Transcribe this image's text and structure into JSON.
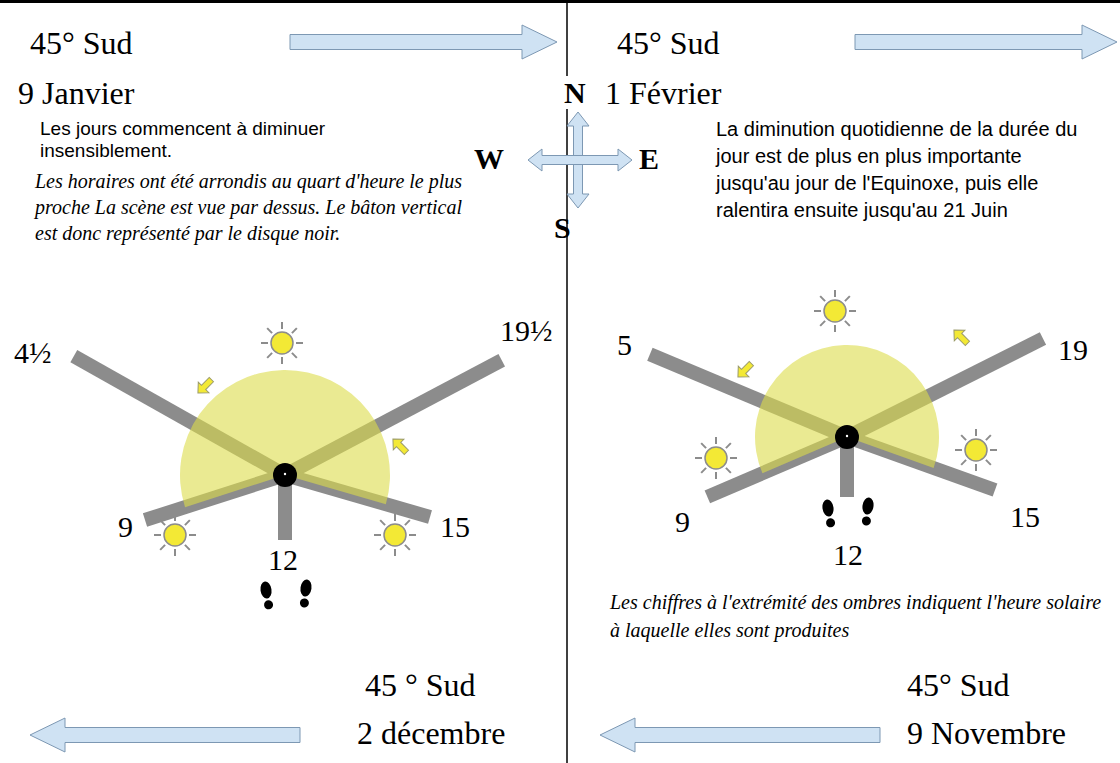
{
  "diagram": {
    "labels": [
      "45° Sud",
      "9 Janvier",
      "Les jours commencent à diminuer insensiblement.",
      "Les horaires ont été arrondis au quart d'heure le plus proche La scène est vue par dessus. Le bâton vertical est donc représenté par le disque noir.",
      "N",
      "W",
      "E",
      "S",
      "4½",
      "19½",
      "9",
      "15",
      "12",
      "45° Sud",
      "1 Février",
      "La diminution quotidienne de la durée du jour est de plus en plus importante jusqu'au jour de l'Equinoxe, puis elle ralentira ensuite jusqu'au 21 Juin",
      "5",
      "19",
      "9",
      "15",
      "12",
      "Les chiffres à l'extrémité des ombres indiquent l'heure solaire à laquelle elles sont produites",
      "45 ° Sud",
      "2 décembre",
      "45° Sud",
      "9 Novembre"
    ]
  }
}
